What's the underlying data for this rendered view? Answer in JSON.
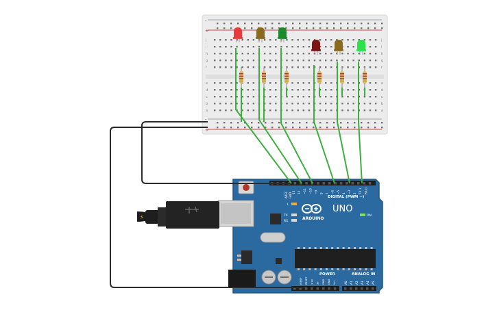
{
  "breadboard": {
    "rail_plus": "+",
    "rail_minus": "-",
    "row_letters_top": [
      "j",
      "i",
      "h",
      "g",
      "f"
    ],
    "row_letters_bottom": [
      "e",
      "d",
      "c",
      "b",
      "a"
    ]
  },
  "leds": [
    {
      "name": "led-red-1",
      "color": "#e83c3c"
    },
    {
      "name": "led-yellow-1",
      "color": "#8a6a1e"
    },
    {
      "name": "led-green-1",
      "color": "#1e8a2a"
    },
    {
      "name": "led-red-2",
      "color": "#7a1518"
    },
    {
      "name": "led-yellow-2",
      "color": "#8a6a1e"
    },
    {
      "name": "led-green-2",
      "color": "#2ee04a"
    }
  ],
  "board": {
    "name": "UNO",
    "brand": "ARDUINO",
    "digital_label": "DIGITAL (PWM ~)",
    "power_label": "POWER",
    "analog_label": "ANALOG IN",
    "on_label": "ON",
    "tx_label": "TX",
    "rx_label": "RX",
    "l_label": "L",
    "aref_label": "AREF",
    "gnd_label": "GND",
    "digital_pins": [
      "13",
      "12",
      "~11",
      "~10",
      "~9",
      "8",
      "7",
      "~6",
      "~5",
      "4",
      "~3",
      "2",
      "TX 1",
      "RX 0"
    ],
    "power_pins": [
      "IOREF",
      "RESET",
      "3.3V",
      "5V",
      "GND",
      "GND",
      "Vin"
    ],
    "analog_pins": [
      "A0",
      "A1",
      "A2",
      "A3",
      "A4",
      "A5"
    ]
  },
  "colors": {
    "board": "#2b6aa0",
    "board_edge": "#1f5585",
    "wire_green": "#3fae3f",
    "wire_black": "#2b2b2b",
    "rail_red": "#d64545",
    "breadboard": "#ececec"
  }
}
